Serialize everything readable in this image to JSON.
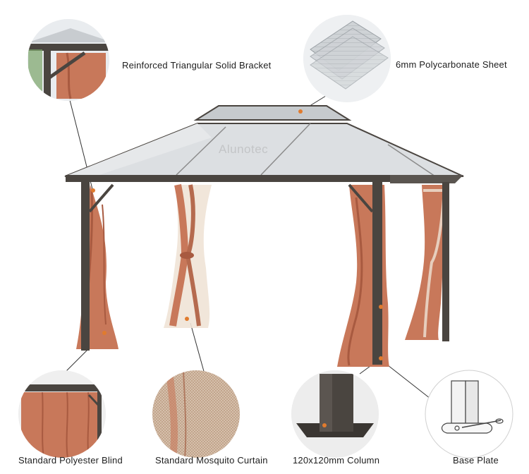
{
  "watermark": "Alunotec",
  "callouts": {
    "bracket": "Reinforced Triangular Solid Bracket",
    "polycarbonate": "6mm Polycarbonate Sheet",
    "blind": "Standard Polyester Blind",
    "mosquito": "Standard Mosquito Curtain",
    "column": "120x120mm Column",
    "base": "Base Plate"
  },
  "colors": {
    "frame": "#4a4540",
    "curtain": "#c8785a",
    "curtain_dark": "#a85a40",
    "mosquito": "#e9d8c8",
    "roof": "#d9dcdf",
    "callout_marker": "#e07b2e"
  }
}
